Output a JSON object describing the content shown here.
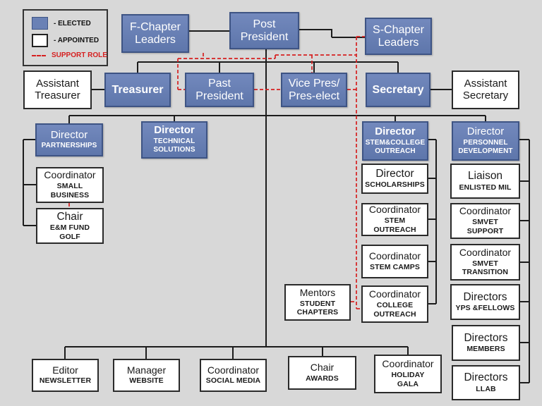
{
  "legend": {
    "elected_label": "- ELECTED",
    "appointed_label": "- APPOINTED",
    "support_label": "SUPPORT ROLE"
  },
  "colors": {
    "background": "#d8d8d8",
    "elected_fill": "#657cb3",
    "elected_border": "#3e5484",
    "appointed_fill": "#ffffff",
    "appointed_border": "#2a2a2a",
    "support_line": "#d62020",
    "connector_line": "#1c1c1c"
  },
  "nodes": {
    "f_chapter": {
      "type": "elected",
      "title": "F-Chapter\nLeaders"
    },
    "post_president": {
      "type": "elected",
      "title": "Post\nPresident"
    },
    "s_chapter": {
      "type": "elected",
      "title": "S-Chapter\nLeaders"
    },
    "asst_treasurer": {
      "type": "appointed",
      "title": "Assistant\nTreasurer"
    },
    "treasurer": {
      "type": "elected",
      "title": "Treasurer"
    },
    "past_president": {
      "type": "elected",
      "title": "Past\nPresident"
    },
    "vice_pres": {
      "type": "elected",
      "title": "Vice Pres/\nPres-elect"
    },
    "secretary": {
      "type": "elected",
      "title": "Secretary"
    },
    "asst_secretary": {
      "type": "appointed",
      "title": "Assistant\nSecretary"
    },
    "dir_partnerships": {
      "type": "elected",
      "title": "Director",
      "subtitle": "PARTNERSHIPS"
    },
    "dir_technical": {
      "type": "elected",
      "title": "Director",
      "subtitle": "TECHNICAL\nSOLUTIONS"
    },
    "dir_stem": {
      "type": "elected",
      "title": "Director",
      "subtitle": "STEM&COLLEGE\nOUTREACH"
    },
    "dir_personnel": {
      "type": "elected",
      "title": "Director",
      "subtitle": "PERSONNEL\nDEVELOPMENT"
    },
    "coord_small_business": {
      "type": "appointed",
      "title": "Coordinator",
      "subtitle": "SMALL\nBUSINESS"
    },
    "chair_em_fund": {
      "type": "appointed",
      "title": "Chair",
      "subtitle": "E&M FUND\nGOLF"
    },
    "dir_scholarships": {
      "type": "appointed",
      "title": "Director",
      "subtitle": "SCHOLARSHIPS"
    },
    "coord_stem_outreach": {
      "type": "appointed",
      "title": "Coordinator",
      "subtitle": "STEM\nOUTREACH"
    },
    "coord_stem_camps": {
      "type": "appointed",
      "title": "Coordinator",
      "subtitle": "STEM CAMPS"
    },
    "coord_college": {
      "type": "appointed",
      "title": "Coordinator",
      "subtitle": "COLLEGE\nOUTREACH"
    },
    "mentors": {
      "type": "appointed",
      "title": "Mentors",
      "subtitle": "STUDENT\nCHAPTERS"
    },
    "liaison_enlisted": {
      "type": "appointed",
      "title": "Liaison",
      "subtitle": "ENLISTED MIL"
    },
    "coord_smvet_support": {
      "type": "appointed",
      "title": "Coordinator",
      "subtitle": "SMVET\nSUPPORT"
    },
    "coord_smvet_transition": {
      "type": "appointed",
      "title": "Coordinator",
      "subtitle": "SMVET\nTRANSITION"
    },
    "dirs_yps": {
      "type": "appointed",
      "title": "Directors",
      "subtitle": "YPS &FELLOWS"
    },
    "dirs_members": {
      "type": "appointed",
      "title": "Directors",
      "subtitle": "MEMBERS"
    },
    "dirs_llab": {
      "type": "appointed",
      "title": "Directors",
      "subtitle": "LLAB"
    },
    "editor_newsletter": {
      "type": "appointed",
      "title": "Editor",
      "subtitle": "NEWSLETTER"
    },
    "manager_website": {
      "type": "appointed",
      "title": "Manager",
      "subtitle": "WEBSITE"
    },
    "coord_social": {
      "type": "appointed",
      "title": "Coordinator",
      "subtitle": "SOCIAL MEDIA"
    },
    "chair_awards": {
      "type": "appointed",
      "title": "Chair",
      "subtitle": "AWARDS"
    },
    "coord_holiday": {
      "type": "appointed",
      "title": "Coordinator",
      "subtitle": "HOLIDAY\nGALA"
    }
  }
}
